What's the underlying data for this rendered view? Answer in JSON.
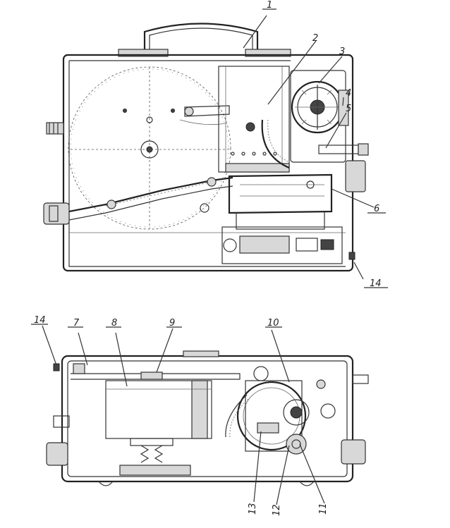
{
  "callouts": {
    "c1": "1",
    "c2": "2",
    "c3": "3",
    "c4": "4",
    "c5": "5",
    "c6": "6",
    "c7": "7",
    "c8": "8",
    "c9": "9",
    "c10": "10",
    "c11": "11",
    "c12": "12",
    "c13": "13",
    "c14_top": "14",
    "c14_bottom": "14"
  },
  "colors": {
    "ink": "#222222",
    "paper": "#ffffff",
    "shade": "#d8d8d8"
  }
}
